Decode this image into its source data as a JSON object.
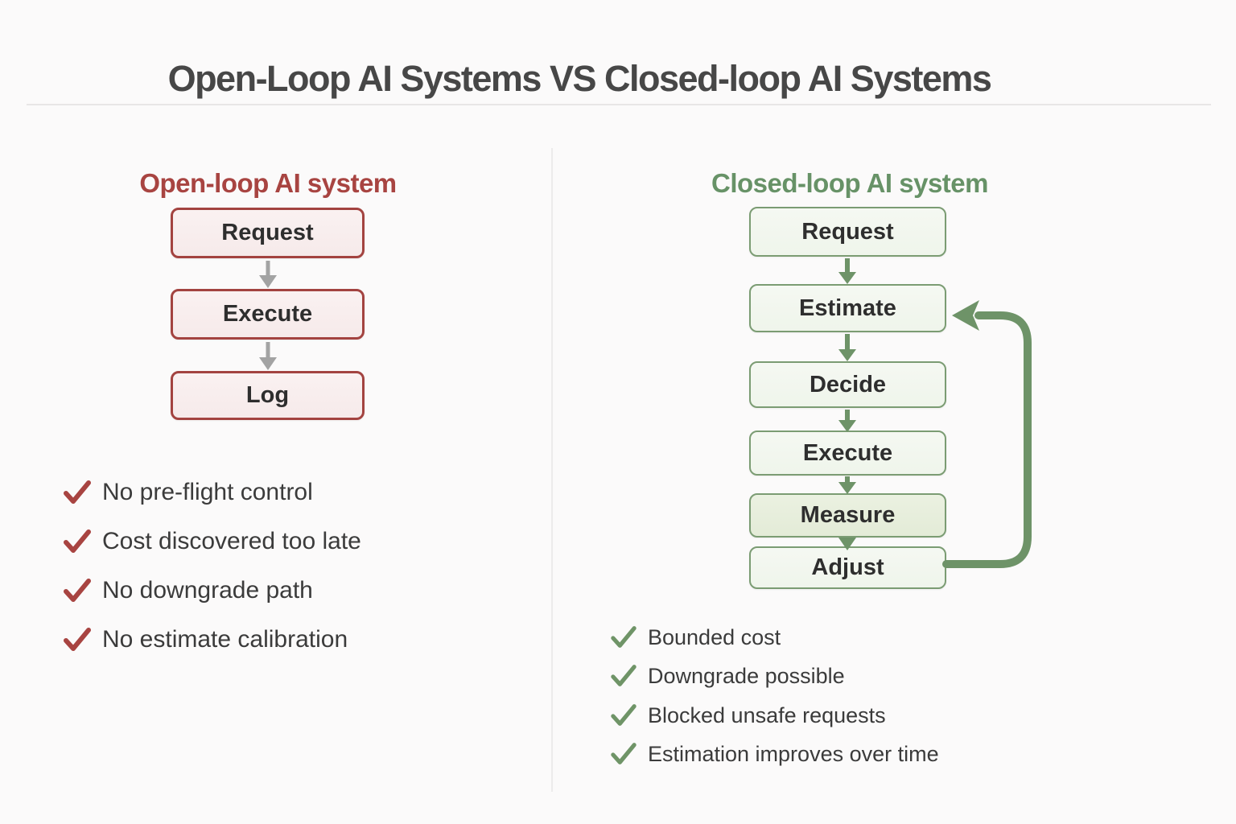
{
  "title": "Open-Loop AI Systems VS Closed-loop AI Systems",
  "left_panel": {
    "heading": "Open-loop AI system",
    "steps": [
      "Request",
      "Execute",
      "Log"
    ],
    "issues": [
      "No pre-flight control",
      "Cost discovered too late",
      "No downgrade path",
      "No estimate calibration"
    ]
  },
  "right_panel": {
    "heading": "Closed-loop AI system",
    "steps": [
      "Request",
      "Estimate",
      "Decide",
      "Execute",
      "Measure",
      "Adjust"
    ],
    "benefits": [
      "Bounded cost",
      "Downgrade possible",
      "Blocked unsafe requests",
      "Estimation improves over time"
    ],
    "feedback_loop": "Adjust → Estimate"
  },
  "colors": {
    "left_accent": "#a84441",
    "right_accent": "#679267",
    "left_box_border": "#a34340",
    "right_box_border": "#7b9c73",
    "arrow_gray": "#a3a3a3",
    "arrow_green": "#6e9368",
    "title_text": "#474747",
    "body_text": "#3b3b3b",
    "background": "#fbfafa"
  }
}
